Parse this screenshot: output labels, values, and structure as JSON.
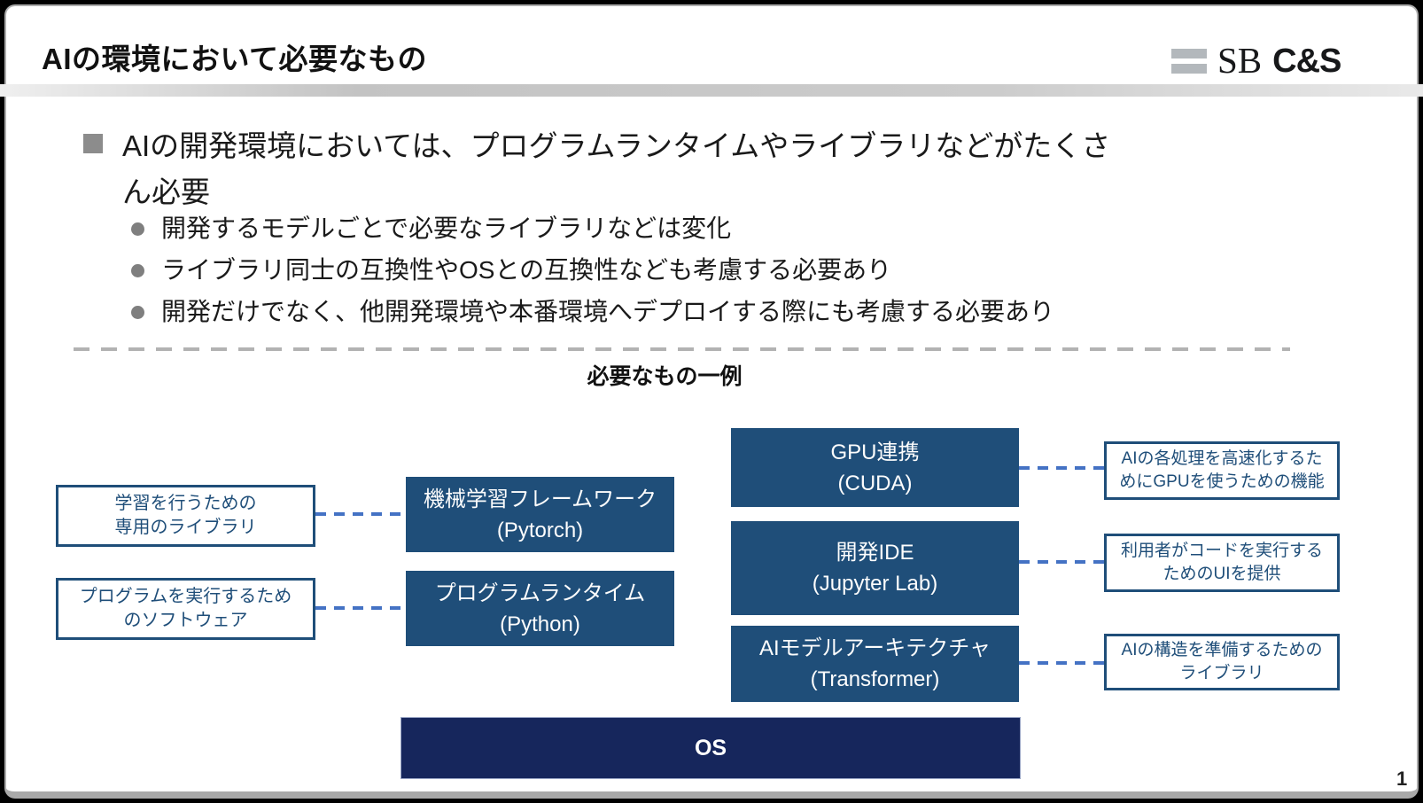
{
  "header": {
    "title": "AIの環境において必要なもの",
    "logo_sb": "SB",
    "logo_cs": "C&S"
  },
  "bullets": {
    "main_line1": "AIの開発環境においては、プログラムランタイムやライブラリなどがたくさ",
    "main_line2": "ん必要",
    "sub": [
      "開発するモデルごとで必要なライブラリなどは変化",
      "ライブラリ同士の互換性やOSとの互換性なども考慮する必要あり",
      "開発だけでなく、他開発環境や本番環境へデプロイする際にも考慮する必要あり"
    ]
  },
  "diagram": {
    "heading": "必要なもの一例",
    "left_boxes": [
      {
        "line1": "学習を行うための",
        "line2": "専用のライブラリ"
      },
      {
        "line1": "プログラムを実行するため",
        "line2": "のソフトウェア"
      }
    ],
    "mid_boxes": [
      {
        "line1": "機械学習フレームワーク",
        "line2": "(Pytorch)"
      },
      {
        "line1": "プログラムランタイム",
        "line2": "(Python)"
      }
    ],
    "stack_boxes": [
      {
        "line1": "GPU連携",
        "line2": "(CUDA)"
      },
      {
        "line1": "開発IDE",
        "line2": "(Jupyter Lab)"
      },
      {
        "line1": "AIモデルアーキテクチャ",
        "line2": "(Transformer)"
      }
    ],
    "desc_boxes": [
      {
        "line1": "AIの各処理を高速化するた",
        "line2": "めにGPUを使うための機能"
      },
      {
        "line1": "利用者がコードを実行する",
        "line2": "ためのUIを提供"
      },
      {
        "line1": "AIの構造を準備するための",
        "line2": "ライブラリ"
      }
    ],
    "os_label": "OS"
  },
  "footer": {
    "page_number": "1"
  },
  "colors": {
    "navy_fill": "#1f4e79",
    "navy_dark_os": "#16265c",
    "box_border_navy": "#1f4e79",
    "connector_blue": "#4472c4",
    "divider_gray": "#b2b2b2",
    "bullet_gray": "#8c8c8c",
    "logo_gray": "#b3b8bc"
  }
}
